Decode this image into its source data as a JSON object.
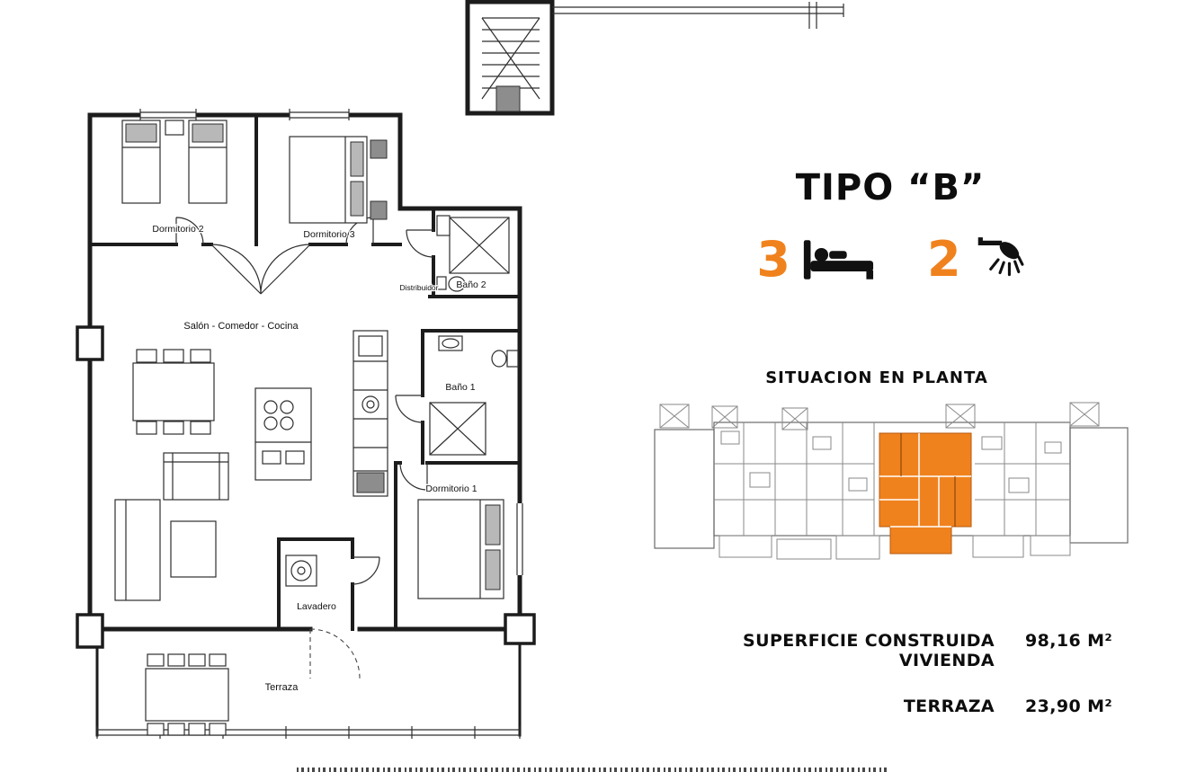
{
  "title": "TIPO “B”",
  "features": {
    "bedrooms": {
      "count": "3",
      "icon": "bed-icon"
    },
    "bathrooms": {
      "count": "2",
      "icon": "shower-icon"
    }
  },
  "situation": {
    "heading": "SITUACION EN PLANTA"
  },
  "areas": {
    "rows": [
      {
        "label": "SUPERFICIE CONSTRUIDA VIVIENDA",
        "value": "98,16 M²"
      },
      {
        "label": "TERRAZA",
        "value": "23,90 M²"
      }
    ]
  },
  "floorplan": {
    "rooms": {
      "dormitorio2": "Dormitorio 2",
      "dormitorio3": "Dormitorio 3",
      "bano2": "Baño 2",
      "distribuidor": "Distribuidor",
      "salon": "Salón - Comedor - Cocina",
      "bano1": "Baño 1",
      "dormitorio1": "Dormitorio 1",
      "lavadero": "Lavadero",
      "terraza": "Terraza"
    }
  },
  "colors": {
    "accent": "#F0821E",
    "wall": "#1C1C1C",
    "siteplan_line": "#8A8A8A"
  }
}
